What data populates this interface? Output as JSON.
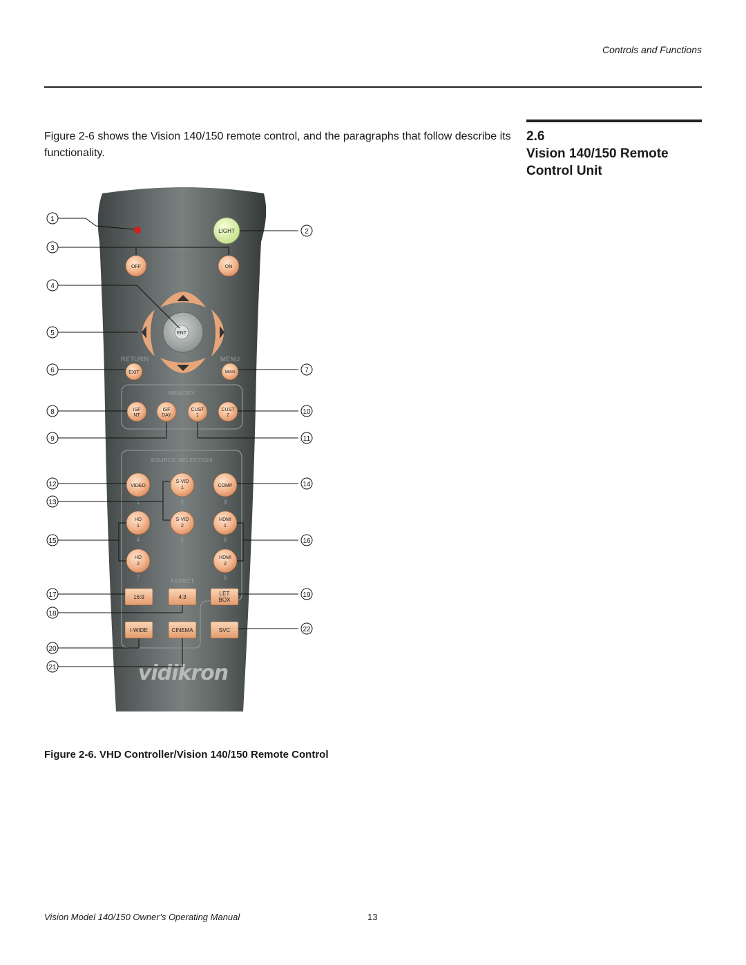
{
  "header": {
    "running_title": "Controls and Functions"
  },
  "intro": {
    "text": "Figure 2-6 shows the Vision 140/150 remote control, and the paragraphs that follow describe its functionality."
  },
  "section": {
    "number": "2.6",
    "title_line1": "Vision 140/150 Remote",
    "title_line2": "Control Unit"
  },
  "remote": {
    "buttons": {
      "light": "LIGHT",
      "off": "OFF",
      "on": "ON",
      "enter": "ENT",
      "return_label": "RETURN",
      "menu_label": "MENU",
      "exit": "EXIT",
      "menu_btn": "MENU",
      "memory_label": "MEMORY",
      "isf_nt_1": "ISF",
      "isf_nt_2": "NT",
      "isf_day_1": "ISF",
      "isf_day_2": "DAY",
      "cust1_1": "CUST",
      "cust1_2": "1",
      "cust2_1": "CUST",
      "cust2_2": "2",
      "source_label": "SOURCE SELECTION",
      "video": "VIDEO",
      "svid1_1": "S-VID",
      "svid1_2": "1",
      "comp": "COMP",
      "hd1_1": "HD",
      "hd1_2": "1",
      "svid2_1": "S-VID",
      "svid2_2": "2",
      "hdmi1_1": "HDMI",
      "hdmi1_2": "1",
      "hd2_1": "HD",
      "hd2_2": "2",
      "hdmi2_1": "HDMI",
      "hdmi2_2": "2",
      "aspect_label": "ASPECT",
      "r169": "16:9",
      "r43": "4:3",
      "letbox_1": "LET",
      "letbox_2": "BOX",
      "iwide": "I-WIDE",
      "cinema": "CINEMA",
      "svc": "SVC"
    },
    "keypad_numbers": [
      "1",
      "2",
      "3",
      "4",
      "5",
      "6",
      "7",
      "8"
    ],
    "brand": "vidikron"
  },
  "callouts": [
    "1",
    "2",
    "3",
    "4",
    "5",
    "6",
    "7",
    "8",
    "9",
    "10",
    "11",
    "12",
    "13",
    "14",
    "15",
    "16",
    "17",
    "18",
    "19",
    "20",
    "21",
    "22"
  ],
  "figure": {
    "caption": "Figure 2-6. VHD Controller/Vision 140/150 Remote Control"
  },
  "footer": {
    "title": "Vision Model 140/150 Owner’s Operating Manual",
    "page": "13"
  }
}
